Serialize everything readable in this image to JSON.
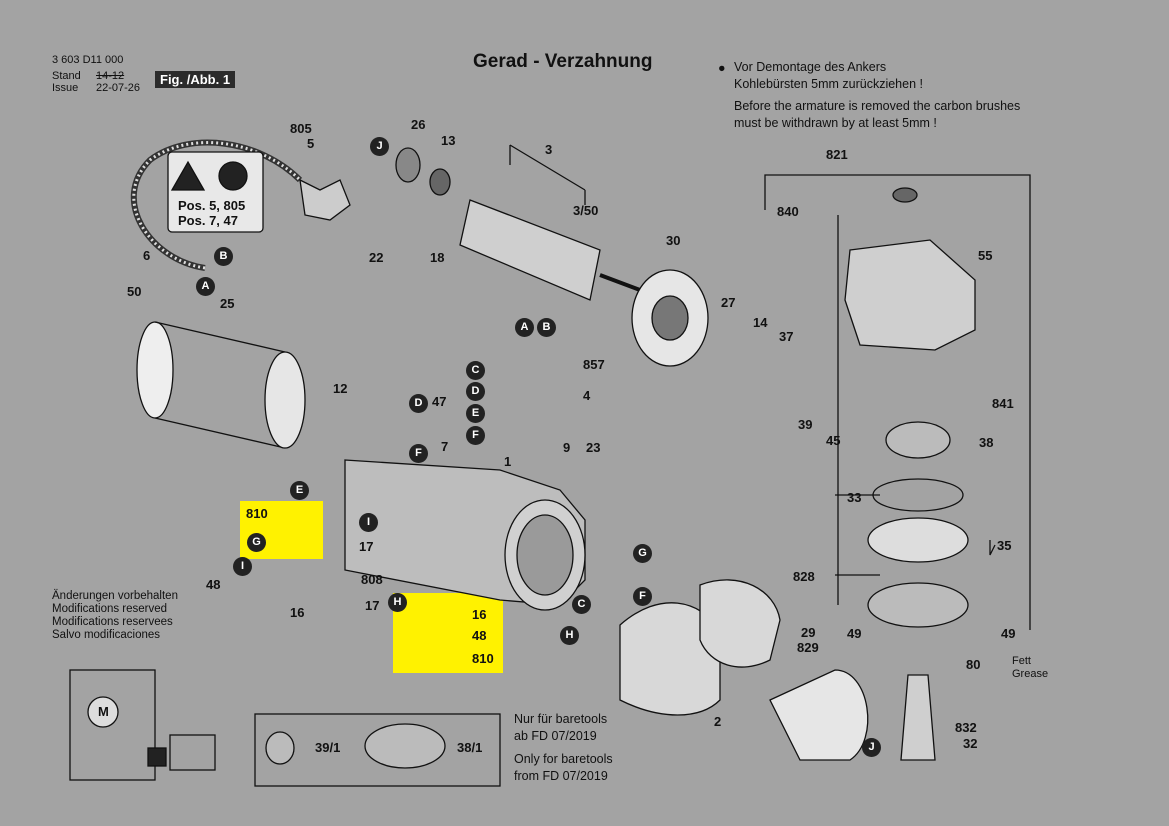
{
  "header": {
    "code": "3 603 D11 000",
    "stand_label": "Stand",
    "stand_value": "14-12",
    "issue_label": "Issue",
    "issue_value": "22-07-26",
    "fig_label": "Fig. /Abb. 1"
  },
  "title": "Gerad - Verzahnung",
  "note": {
    "de_line1": "Vor Demontage des Ankers",
    "de_line2": "Kohlebürsten 5mm zurückziehen !",
    "en_line1": "Before the armature is removed the carbon brushes",
    "en_line2": "must be withdrawn by at least 5mm !"
  },
  "warning": {
    "line1": "Pos. 5, 805",
    "line2": "Pos. 7, 47"
  },
  "modifications": [
    "Änderungen vorbehalten",
    "Modifications reserved",
    "Modifications reservees",
    "Salvo modificaciones"
  ],
  "baretools": {
    "de_line1": "Nur für baretools",
    "de_line2": "ab FD 07/2019",
    "en_line1": "Only for baretools",
    "en_line2": "from FD 07/2019",
    "item_a": "39/1",
    "item_b": "38/1"
  },
  "grease": {
    "de": "Fett",
    "en": "Grease"
  },
  "part_numbers": {
    "p805": "805",
    "p5": "5",
    "p6": "6",
    "p26": "26",
    "p13": "13",
    "p3": "3",
    "p3_50": "3/50",
    "p821": "821",
    "p840": "840",
    "p55": "55",
    "p22": "22",
    "p18": "18",
    "p30": "30",
    "p50": "50",
    "p25": "25",
    "p857": "857",
    "p4": "4",
    "p27": "27",
    "p14": "14",
    "p37": "37",
    "p12": "12",
    "p47": "47",
    "p7": "7",
    "p841": "841",
    "p39": "39",
    "p45": "45",
    "p38": "38",
    "p9": "9",
    "p23": "23",
    "p1": "1",
    "p33": "33",
    "p810a": "810",
    "p17a": "17",
    "p35": "35",
    "p828": "828",
    "p48a": "48",
    "p16a": "16",
    "p808": "808",
    "p17b": "17",
    "p16b": "16",
    "p48b": "48",
    "p810b": "810",
    "p49a": "49",
    "p49b": "49",
    "p29": "29",
    "p829": "829",
    "p80": "80",
    "p2": "2",
    "p832": "832",
    "p32": "32"
  },
  "callouts": [
    "A",
    "B",
    "C",
    "D",
    "E",
    "F",
    "G",
    "H",
    "I",
    "J"
  ],
  "colors": {
    "background": "#a3a3a3",
    "highlight": "#fff200",
    "ink": "#111111"
  }
}
